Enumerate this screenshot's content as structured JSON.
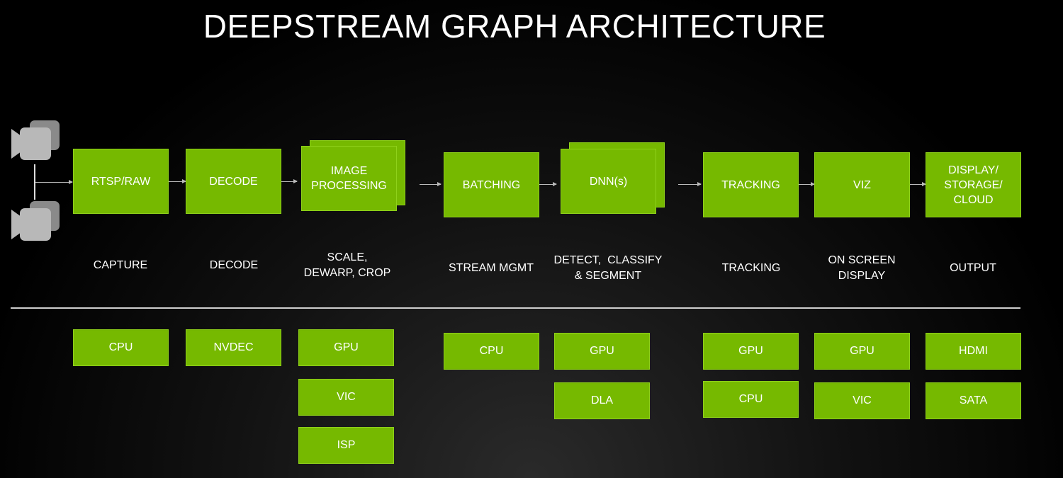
{
  "title": "DEEPSTREAM GRAPH ARCHITECTURE",
  "colors": {
    "accent": "#76b900",
    "background": "#000000",
    "text": "#ffffff"
  },
  "icons": [
    "video-camera-icon",
    "video-camera-icon"
  ],
  "stages": [
    {
      "box": "RTSP/RAW",
      "function": "CAPTURE",
      "hardware": [
        "CPU"
      ]
    },
    {
      "box": "DECODE",
      "function": "DECODE",
      "hardware": [
        "NVDEC"
      ]
    },
    {
      "box": "IMAGE\nPROCESSING",
      "function": "SCALE,\nDEWARP, CROP",
      "hardware": [
        "GPU",
        "VIC",
        "ISP"
      ]
    },
    {
      "box": "BATCHING",
      "function": "STREAM MGMT",
      "hardware": [
        "CPU"
      ]
    },
    {
      "box": "DNN(s)",
      "function": "DETECT,  CLASSIFY\n& SEGMENT",
      "hardware": [
        "GPU",
        "DLA"
      ]
    },
    {
      "box": "TRACKING",
      "function": "TRACKING",
      "hardware": [
        "GPU",
        "CPU"
      ]
    },
    {
      "box": "VIZ",
      "function": "ON SCREEN\nDISPLAY",
      "hardware": [
        "GPU",
        "VIC"
      ]
    },
    {
      "box": "DISPLAY/\nSTORAGE/\nCLOUD",
      "function": "OUTPUT",
      "hardware": [
        "HDMI",
        "SATA"
      ]
    }
  ]
}
